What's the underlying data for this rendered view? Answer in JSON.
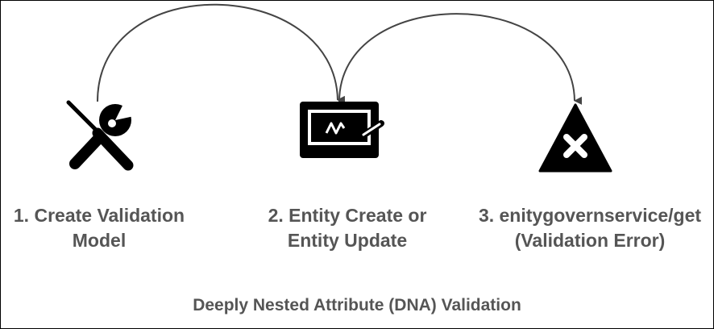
{
  "diagram": {
    "steps": [
      {
        "line1": "1. Create Validation",
        "line2": "Model",
        "icon": "tools-icon"
      },
      {
        "line1": "2. Entity Create or",
        "line2": "Entity Update",
        "icon": "signature-screen-icon"
      },
      {
        "line1": "3. enitygovernservice/get",
        "line2": "(Validation Error)",
        "icon": "error-triangle-icon"
      }
    ],
    "caption": "Deeply Nested Attribute (DNA) Validation"
  },
  "colors": {
    "text": "#555555",
    "icon": "#000000",
    "arrow": "#444444"
  }
}
